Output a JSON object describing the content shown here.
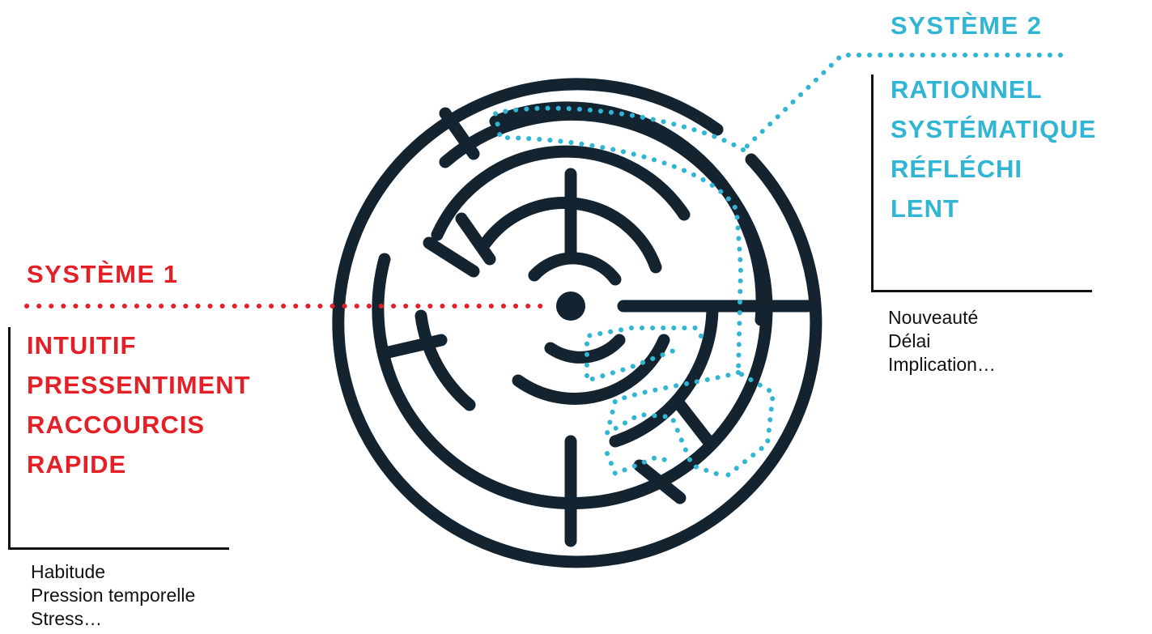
{
  "system1": {
    "title": "SYSTÈME  1",
    "traits": [
      "INTUITIF",
      "PRESSENTIMENT",
      "RACCOURCIS",
      "RAPIDE"
    ],
    "factors": [
      "Habitude",
      "Pression temporelle",
      "Stress…"
    ],
    "color": "#e41f26"
  },
  "system2": {
    "title": "SYSTÈME 2",
    "traits": [
      "RATIONNEL",
      "SYSTÉMATIQUE",
      "RÉFLÉCHI",
      "LENT"
    ],
    "factors": [
      "Nouveauté",
      "Délai",
      "Implication…"
    ],
    "color": "#30b5d5"
  },
  "maze": {
    "wall_color": "#13232f"
  }
}
